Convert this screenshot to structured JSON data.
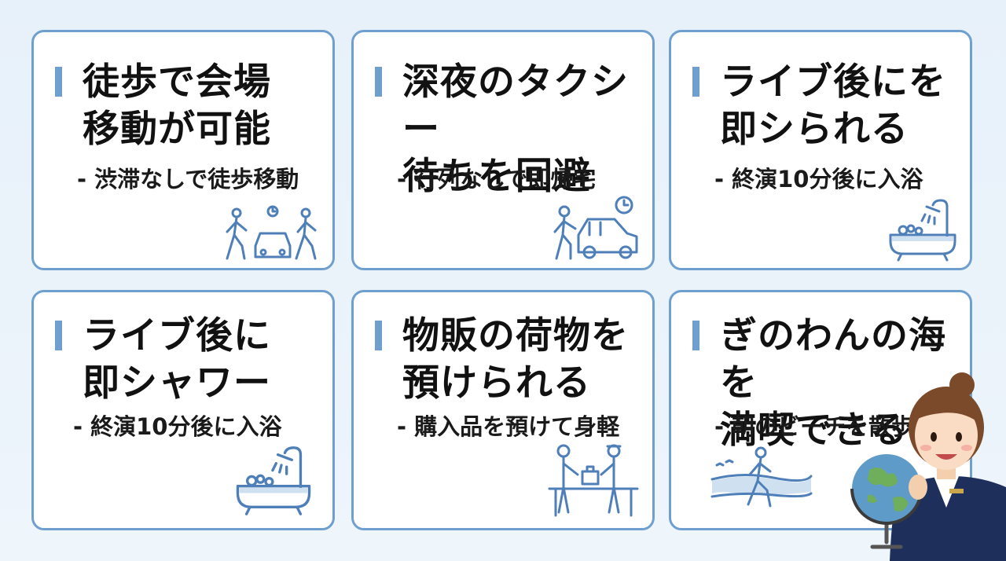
{
  "cards": [
    {
      "title": "徒歩で会場\n移動が可能",
      "sub": "- 渋滞なしで徒歩移動",
      "icon": "walking-people-car-icon"
    },
    {
      "title": "深夜のタクシー\n待ちを回避",
      "sub": "- 行列なしで即帰宅",
      "icon": "person-car-clock-icon"
    },
    {
      "title": "ライブ後にを\n即シられる",
      "sub": "- 終演10分後に入浴",
      "icon": "bathtub-shower-icon"
    },
    {
      "title": "ライブ後に\n即シャワー",
      "sub": "- 終演10分後に入浴",
      "icon": "bathtub-shower-icon"
    },
    {
      "title": "物販の荷物を\n預けられる",
      "sub": "- 購入品を預けて身軽",
      "icon": "luggage-handover-icon"
    },
    {
      "title": "ぎのわんの海を\n満喫できる",
      "sub": "- 朝のビーチを散歩",
      "icon": "beach-walk-icon"
    }
  ],
  "colors": {
    "accent": "#6f9fcf",
    "text": "#111111",
    "background": "#e7f1fa"
  },
  "guide": {
    "icon": "tour-guide-with-globe"
  }
}
